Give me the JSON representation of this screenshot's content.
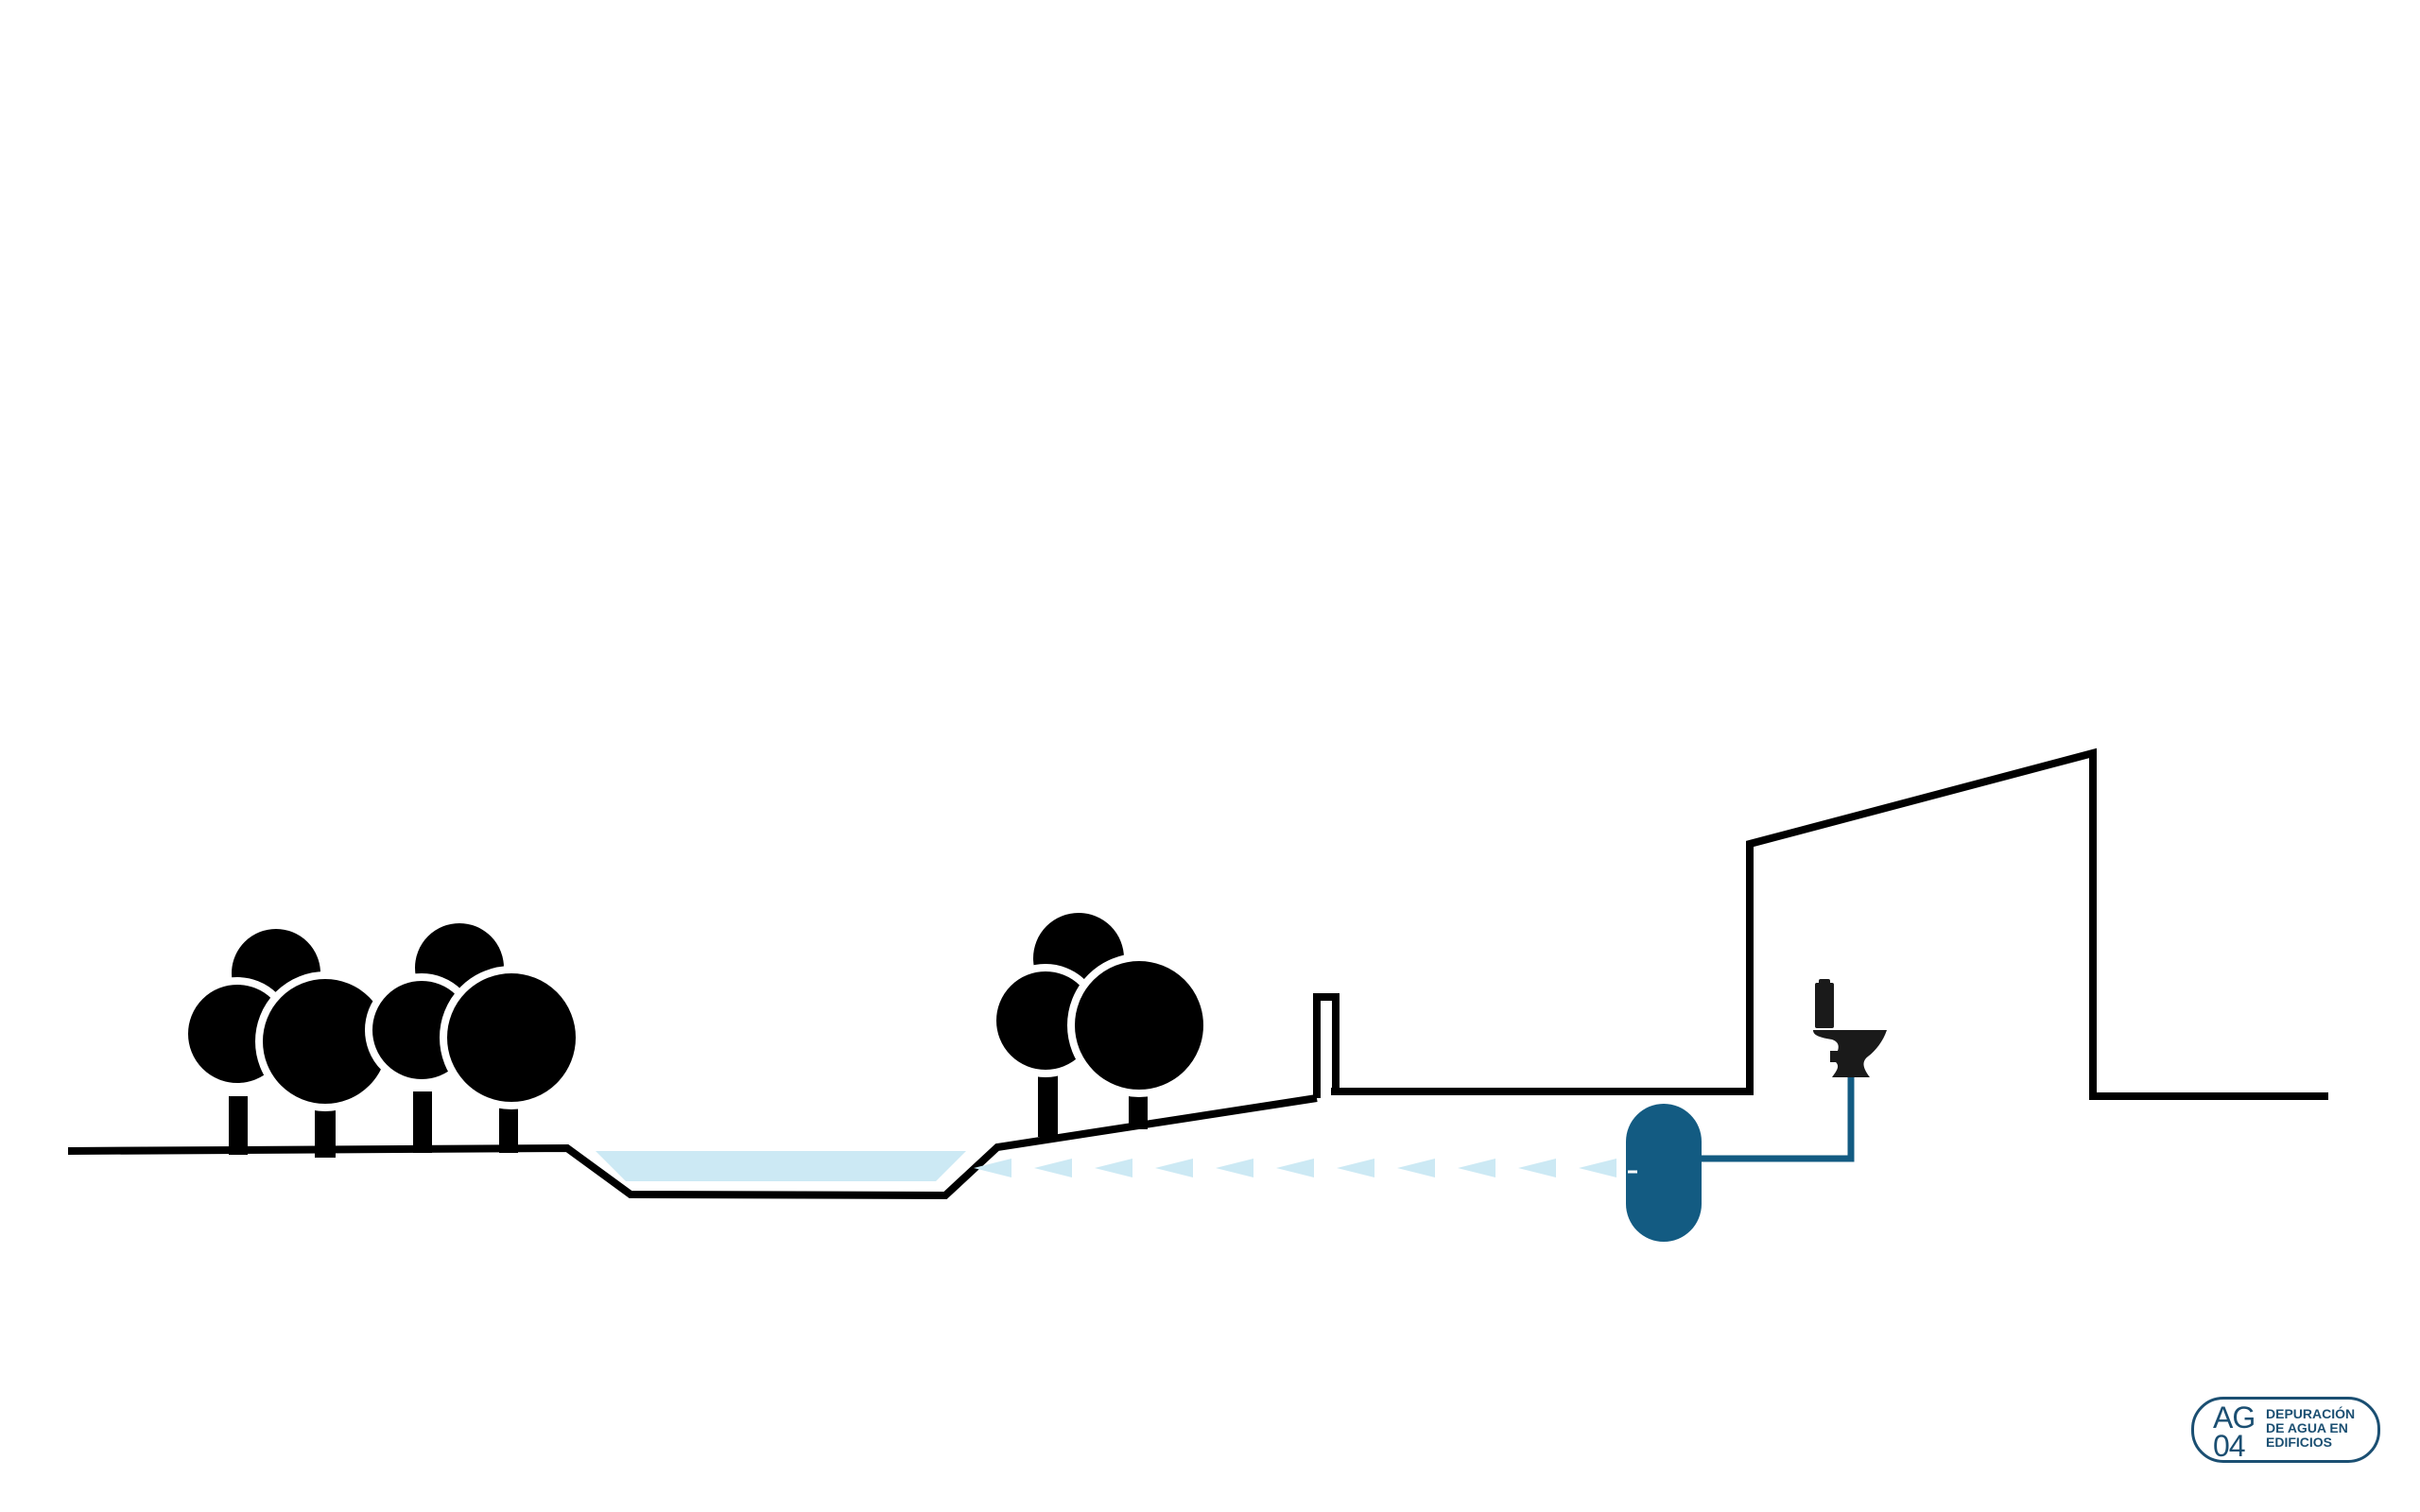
{
  "colors": {
    "ink": "#000000",
    "water": "#cce9f4",
    "tank": "#135b82",
    "pipe": "#135b82",
    "toilet": "#1a1a1a",
    "badge": "#1b4f72"
  },
  "icons": {
    "trees": "tree-icon",
    "toilet": "toilet-icon",
    "tank": "water-tank-icon",
    "flow": "flow-arrow-icon"
  },
  "badge": {
    "code_line1": "AG",
    "code_line2": "04",
    "title_line1": "DEPURACIÓN",
    "title_line2": "DE AGUA EN",
    "title_line3": "EDIFICIOS"
  }
}
